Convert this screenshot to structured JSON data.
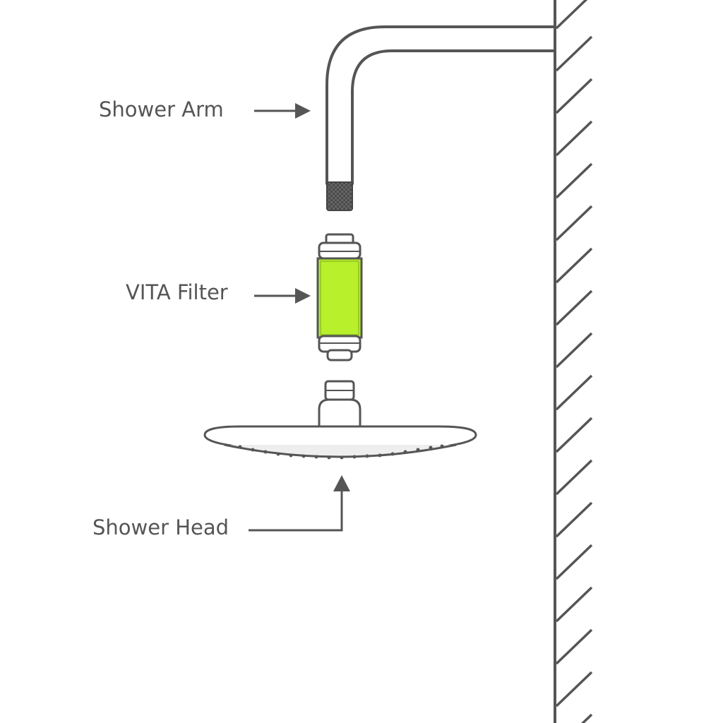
{
  "labels": {
    "shower_arm": "Shower Arm",
    "vita_filter": "VITA Filter",
    "shower_head": "Shower Head"
  },
  "colors": {
    "line": "#555555",
    "filter_fill": "#b8f02c",
    "background": "#ffffff"
  }
}
